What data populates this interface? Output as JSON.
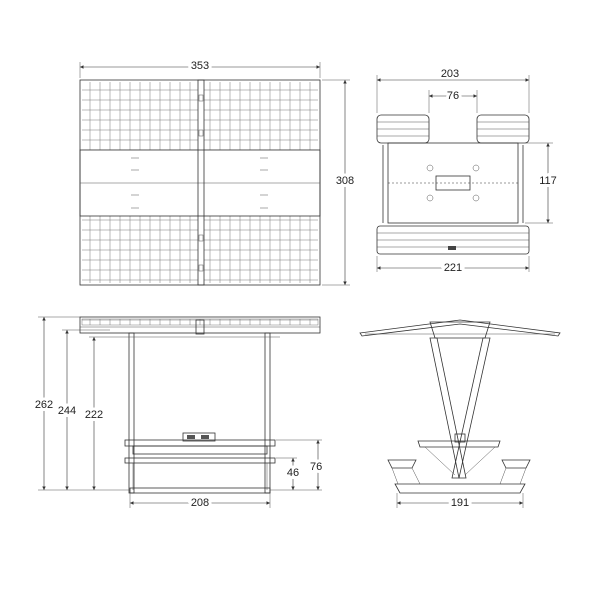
{
  "drawing": {
    "views": {
      "top_view": {
        "width_label": "353",
        "depth_label": "308"
      },
      "side_top_view": {
        "overall_width_label": "203",
        "inner_width_label": "76",
        "frame_depth_label": "117",
        "base_width_label": "221"
      },
      "front_elevation": {
        "overall_height_label": "262",
        "roof_edge_height_label": "244",
        "clear_height_label": "222",
        "table_height_label": "76",
        "seat_height_label": "46",
        "base_length_label": "208"
      },
      "side_elevation": {
        "base_width_label": "191"
      }
    }
  }
}
